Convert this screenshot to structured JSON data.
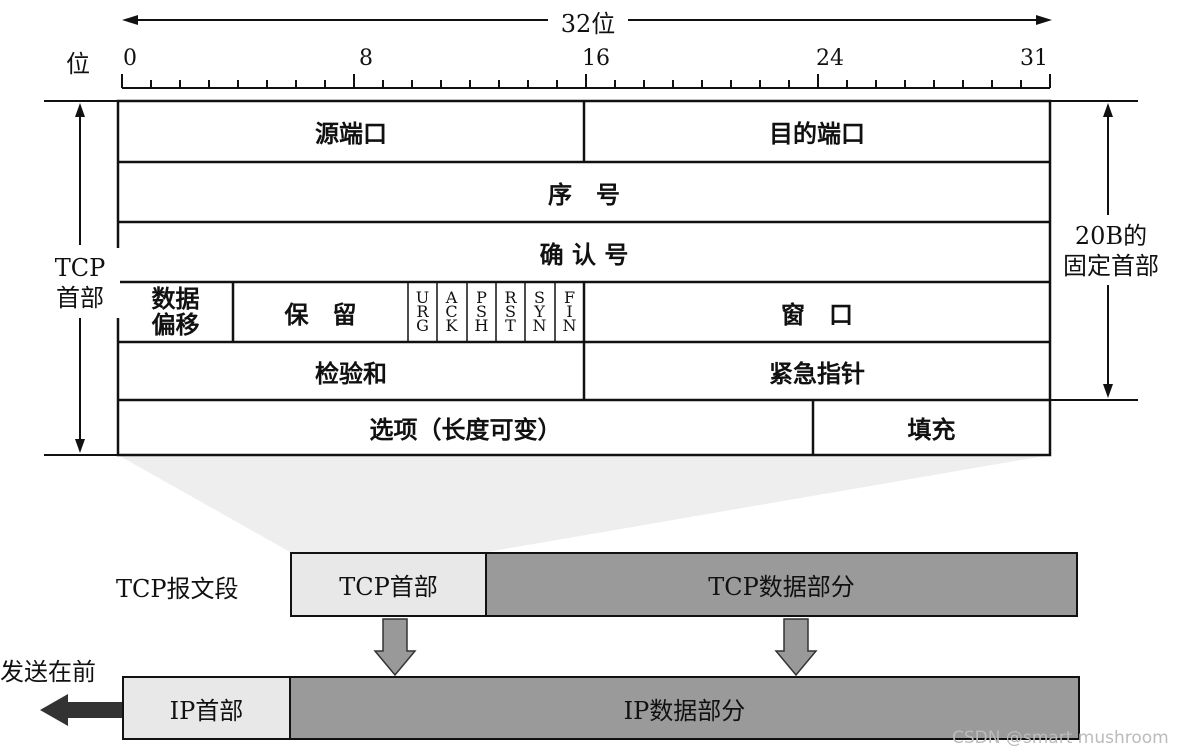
{
  "header": {
    "bits_label": "32位",
    "position_label": "位",
    "ticks": [
      "0",
      "8",
      "16",
      "24",
      "31"
    ]
  },
  "side": {
    "tcp_header_line1": "TCP",
    "tcp_header_line2": "首部",
    "fixed_line1": "20B的",
    "fixed_line2": "固定首部"
  },
  "fields": {
    "source_port": "源端口",
    "dest_port": "目的端口",
    "sequence": "序　号",
    "ack": "确 认 号",
    "data_offset_line1": "数据",
    "data_offset_line2": "偏移",
    "reserved": "保　留",
    "flags": [
      {
        "name": "URG",
        "chars": [
          "U",
          "R",
          "G"
        ]
      },
      {
        "name": "ACK",
        "chars": [
          "A",
          "C",
          "K"
        ]
      },
      {
        "name": "PSH",
        "chars": [
          "P",
          "S",
          "H"
        ]
      },
      {
        "name": "RST",
        "chars": [
          "R",
          "S",
          "T"
        ]
      },
      {
        "name": "SYN",
        "chars": [
          "S",
          "Y",
          "N"
        ]
      },
      {
        "name": "FIN",
        "chars": [
          "F",
          "I",
          "N"
        ]
      }
    ],
    "window": "窗　口",
    "checksum": "检验和",
    "urgent_pointer": "紧急指针",
    "options": "选项（长度可变）",
    "padding": "填充"
  },
  "segment": {
    "label": "TCP报文段",
    "header": "TCP首部",
    "data": "TCP数据部分"
  },
  "ip": {
    "send_first": "发送在前",
    "header": "IP首部",
    "data": "IP数据部分"
  },
  "watermark": "CSDN @smart mushroom",
  "colors": {
    "header_fill": "#e8e8e8",
    "data_fill": "#9a9a9a",
    "arrow_fill": "#999999",
    "funnel_fill": "#eeeeee",
    "line": "#111111"
  }
}
